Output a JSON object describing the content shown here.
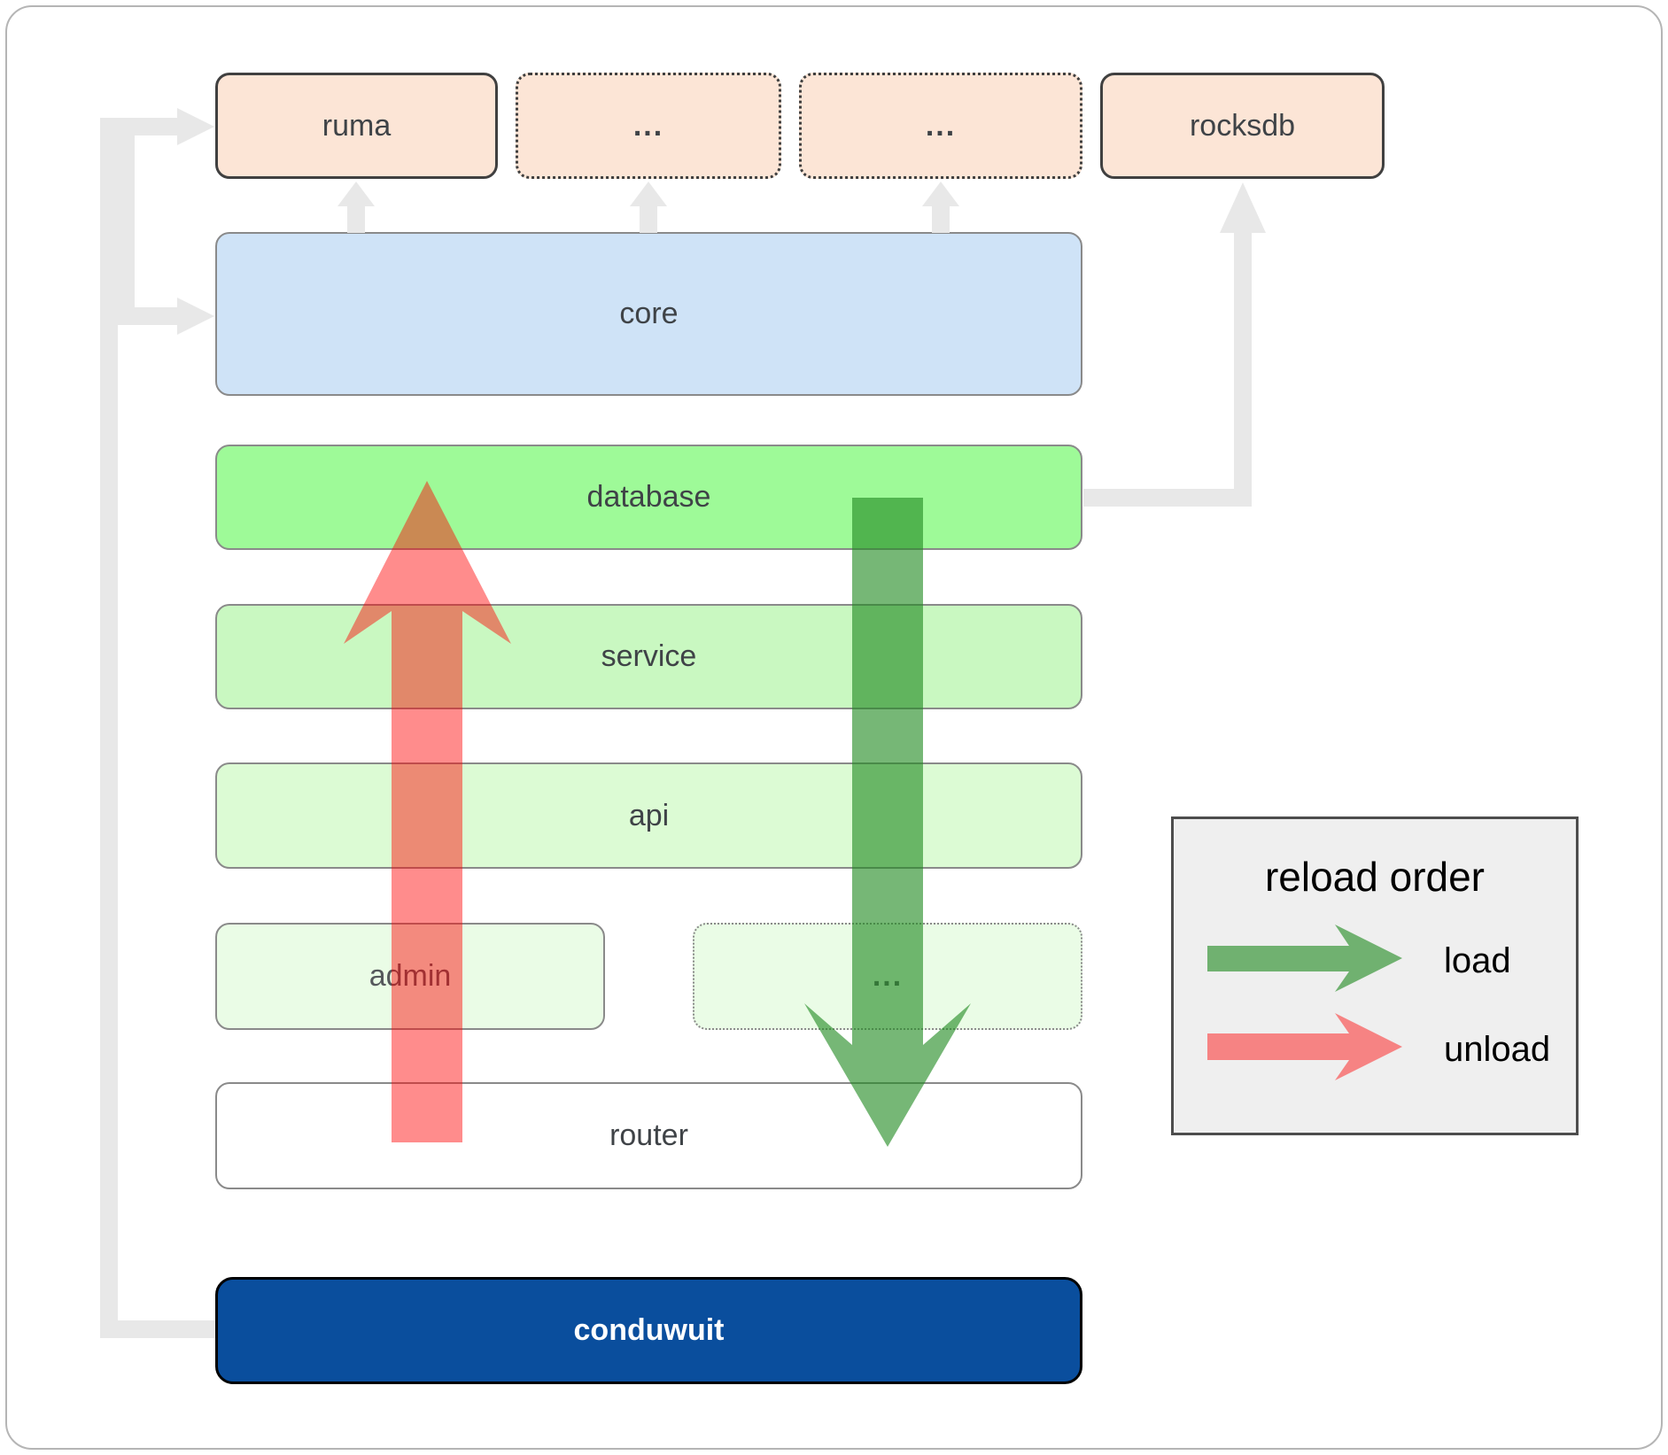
{
  "diagram": {
    "top_row": {
      "ruma": "ruma",
      "dots1": "...",
      "dots2": "...",
      "rocksdb": "rocksdb"
    },
    "layers": {
      "core": "core",
      "database": "database",
      "service": "service",
      "api": "api",
      "admin": "admin",
      "dots3": "...",
      "router": "router",
      "conduwuit": "conduwuit"
    }
  },
  "legend": {
    "title": "reload order",
    "load_label": "load",
    "unload_label": "unload"
  },
  "colors": {
    "load_arrow": "rgba(34,139,34,0.62)",
    "unload_arrow": "rgba(255,0,0,0.45)",
    "pipe_gray": "#e8e8e8",
    "peach_box": "#fce5d6",
    "core_blue": "#cfe3f7",
    "database_green": "#9efa98",
    "service_green": "#c9f8c1",
    "api_green": "#dcfbd4",
    "faint_green": "#eafce6",
    "conduwuit_blue": "#0a4e9d",
    "legend_bg": "#efefef"
  }
}
